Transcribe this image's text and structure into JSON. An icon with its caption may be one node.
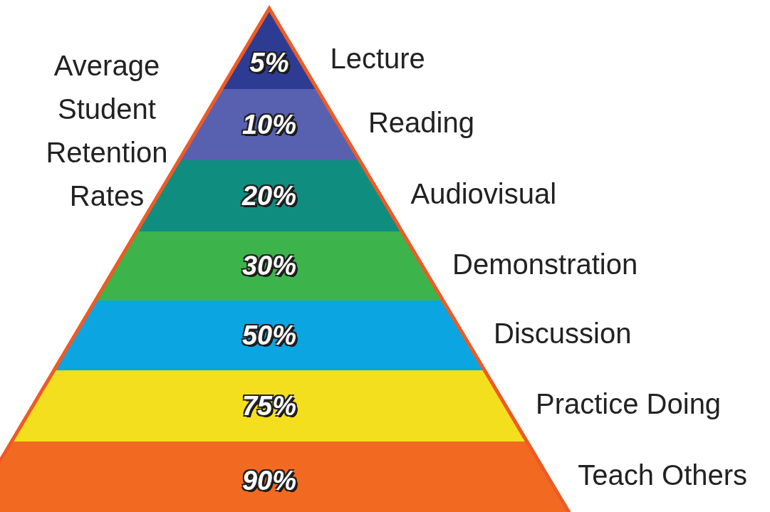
{
  "diagram": {
    "title": "Average Student Retention Rates",
    "nodes": [
      {
        "text": [
          "5%"
        ],
        "beside": [
          "Lecture"
        ]
      },
      {
        "text": [
          "10%"
        ],
        "beside": [
          "Reading"
        ]
      },
      {
        "text": [
          "20%"
        ],
        "beside": [
          "Audiovisual"
        ]
      },
      {
        "text": [
          "30%"
        ],
        "beside": [
          "Demonstration"
        ]
      },
      {
        "text": [
          "50%"
        ],
        "beside": [
          "Discussion"
        ]
      },
      {
        "text": [
          "75%"
        ],
        "beside": [
          "Practice Doing"
        ]
      },
      {
        "text": [
          "90%"
        ],
        "beside": [
          "Teach Others"
        ]
      }
    ],
    "edges": []
  }
}
